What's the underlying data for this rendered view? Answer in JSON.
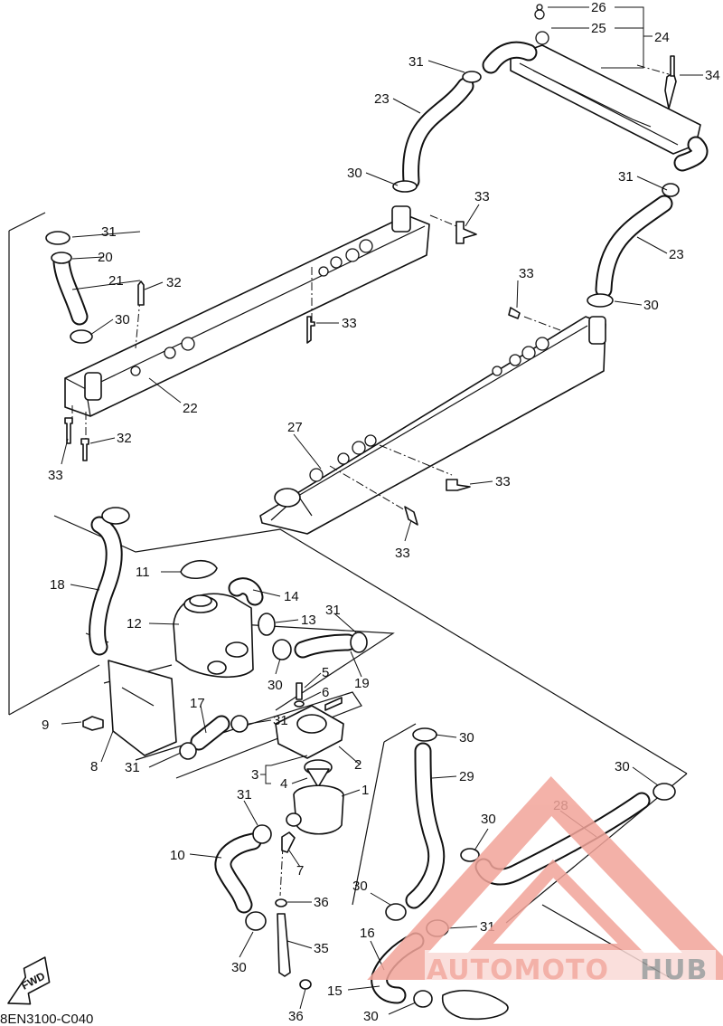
{
  "diagram": {
    "code": "8EN3100-C040",
    "fwd_label": "FWD",
    "callouts": [
      "1",
      "2",
      "3",
      "4",
      "5",
      "6",
      "7",
      "8",
      "9",
      "10",
      "11",
      "12",
      "13",
      "14",
      "15",
      "16",
      "17",
      "18",
      "19",
      "20",
      "21",
      "22",
      "23",
      "24",
      "25",
      "26",
      "27",
      "28",
      "29",
      "30",
      "31",
      "32",
      "33",
      "34",
      "35",
      "36"
    ]
  },
  "watermark": {
    "text_left": "AUTOMOTO",
    "text_right": "HUB",
    "color_primary": "#f2a49a",
    "color_secondary": "#9a9a9a"
  }
}
